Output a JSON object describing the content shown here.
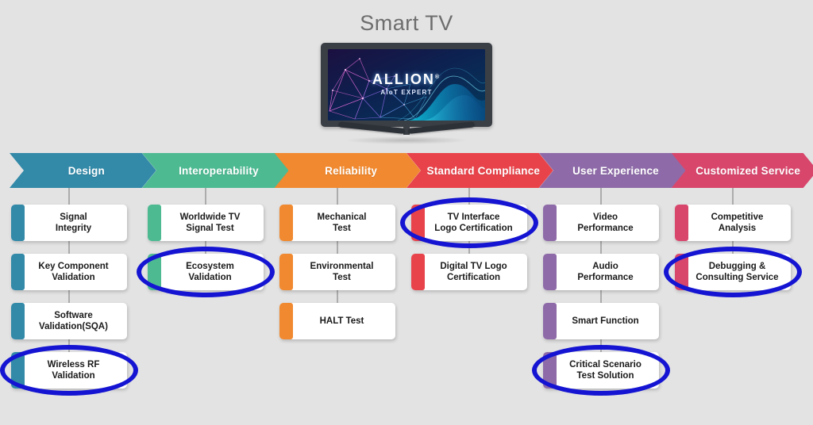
{
  "title": "Smart TV",
  "device": {
    "brand": "ALLION",
    "brand_mark": "®",
    "tagline": "AIoT EXPERT"
  },
  "colors": {
    "background": "#e3e3e3",
    "title_text": "#6d6d6d",
    "highlight_ring": "#1414d2",
    "card_bg": "#ffffff",
    "card_text": "#1a1a1a",
    "connector": "#9a9a9a"
  },
  "phases": [
    {
      "id": "design",
      "label": "Design",
      "color": "#3289a8",
      "items": [
        {
          "label": "Signal\nIntegrity",
          "highlighted": false
        },
        {
          "label": "Key Component\nValidation",
          "highlighted": false
        },
        {
          "label": "Software\nValidation(SQA)",
          "highlighted": false
        },
        {
          "label": "Wireless RF\nValidation",
          "highlighted": true
        }
      ]
    },
    {
      "id": "interoperability",
      "label": "Interoperability",
      "color": "#4dba92",
      "items": [
        {
          "label": "Worldwide TV\nSignal Test",
          "highlighted": false
        },
        {
          "label": "Ecosystem\nValidation",
          "highlighted": true
        }
      ]
    },
    {
      "id": "reliability",
      "label": "Reliability",
      "color": "#f0892f",
      "items": [
        {
          "label": "Mechanical\nTest",
          "highlighted": false
        },
        {
          "label": "Environmental\nTest",
          "highlighted": false
        },
        {
          "label": "HALT Test",
          "highlighted": false
        }
      ]
    },
    {
      "id": "standard-compliance",
      "label": "Standard Compliance",
      "color": "#e8434a",
      "items": [
        {
          "label": "TV Interface\nLogo Certification",
          "highlighted": true
        },
        {
          "label": "Digital TV Logo\nCertification",
          "highlighted": false
        }
      ]
    },
    {
      "id": "user-experience",
      "label": "User Experience",
      "color": "#8e6ba8",
      "items": [
        {
          "label": "Video\nPerformance",
          "highlighted": false
        },
        {
          "label": "Audio\nPerformance",
          "highlighted": false
        },
        {
          "label": "Smart Function",
          "highlighted": false
        },
        {
          "label": "Critical Scenario\nTest Solution",
          "highlighted": true
        }
      ]
    },
    {
      "id": "customized-service",
      "label": "Customized Service",
      "color": "#d8466c",
      "items": [
        {
          "label": "Competitive\nAnalysis",
          "highlighted": false
        },
        {
          "label": "Debugging &\nConsulting Service",
          "highlighted": true
        }
      ]
    }
  ]
}
